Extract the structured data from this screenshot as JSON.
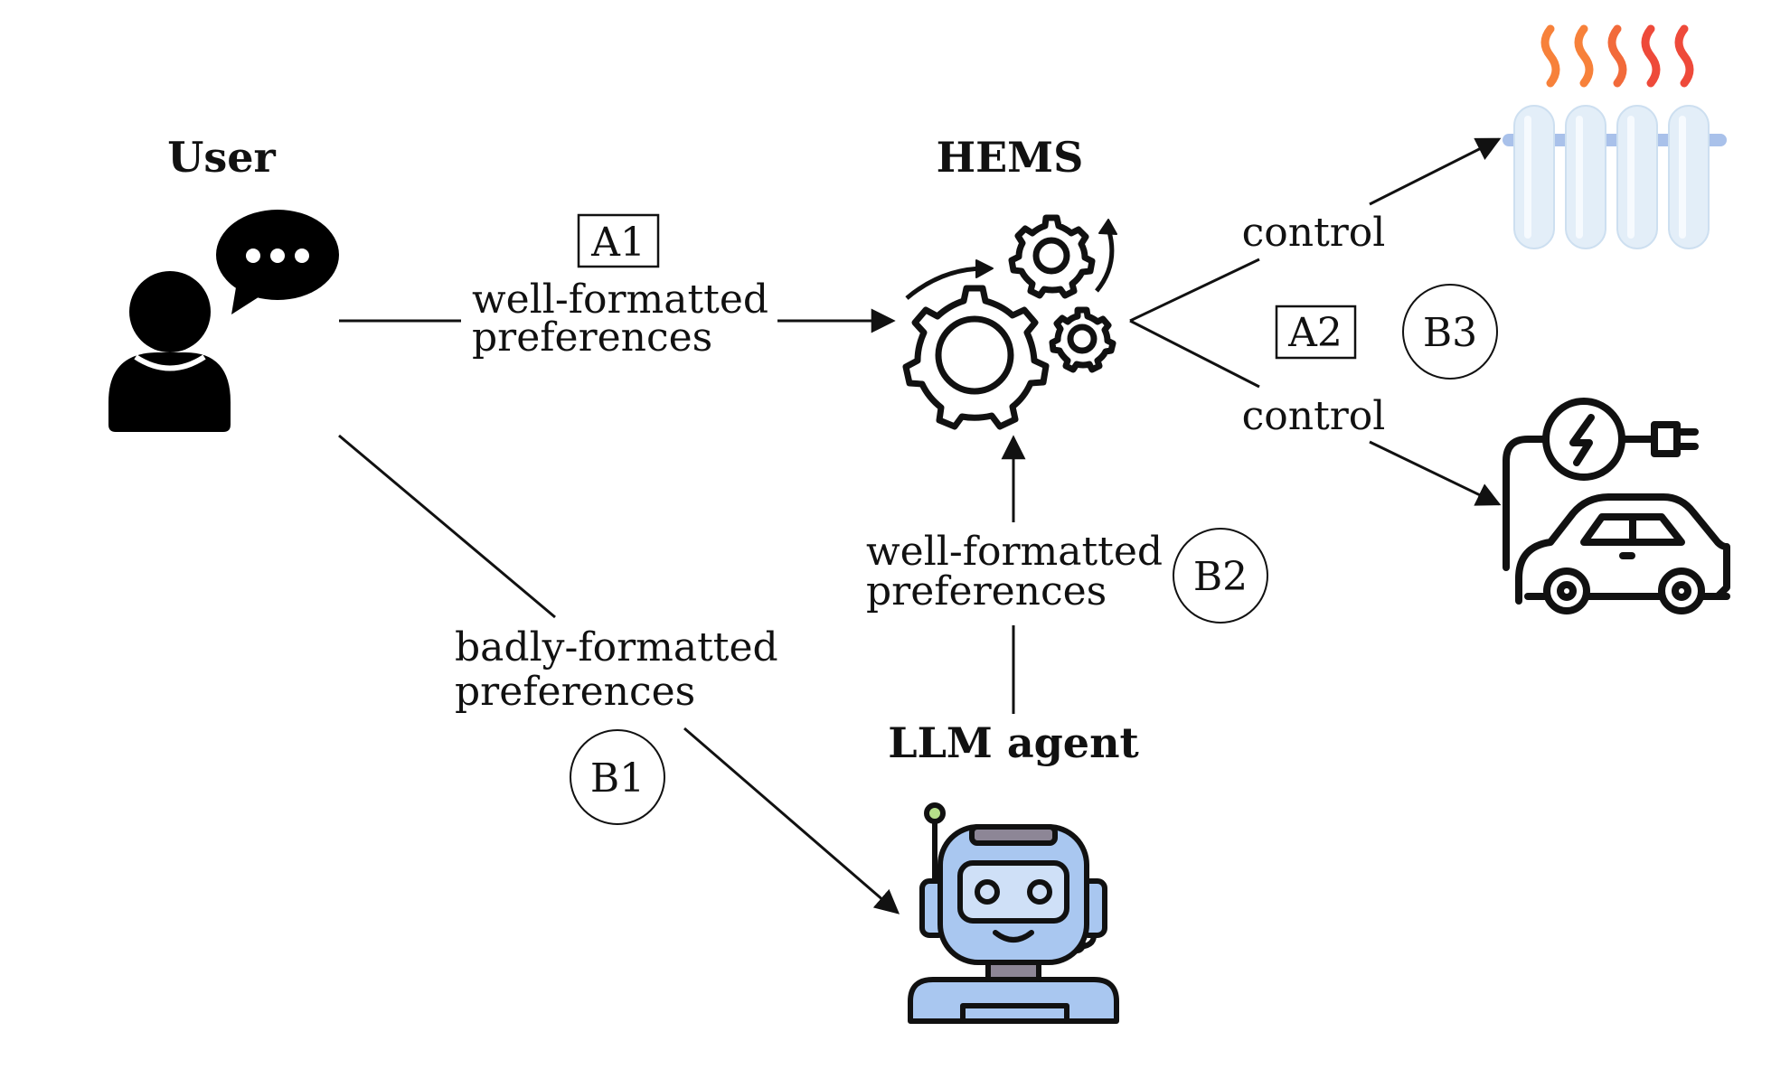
{
  "nodes": {
    "user": {
      "title": "User",
      "icon": "user-speech-bubble-icon"
    },
    "hems": {
      "title": "HEMS",
      "icon": "gears-icon"
    },
    "llm": {
      "title": "LLM agent",
      "icon": "robot-icon"
    },
    "radiator": {
      "icon": "radiator-icon"
    },
    "ev": {
      "icon": "ev-charger-car-icon"
    }
  },
  "edges": {
    "user_to_hems": {
      "line1": "well-formatted",
      "line2": "preferences",
      "tag": "A1"
    },
    "user_to_llm": {
      "line1": "badly-formatted",
      "line2": "preferences",
      "tag": "B1"
    },
    "llm_to_hems": {
      "line1": "well-formatted",
      "line2": "preferences",
      "tag": "B2"
    },
    "hems_to_radiator": {
      "label": "control"
    },
    "hems_to_ev": {
      "label": "control"
    },
    "hems_outputs_tags": {
      "box": "A2",
      "circle": "B3"
    }
  },
  "colors": {
    "ink": "#111111",
    "flame_orange": "#f7813a",
    "flame_red": "#ee4a3a",
    "radiator_fill": "#e3eef8",
    "radiator_pipe": "#a9c1ea",
    "robot_blue": "#a9c7f0",
    "robot_dark": "#8d8696",
    "robot_green": "#b6e08a",
    "robot_mic": "#e06a6a"
  }
}
